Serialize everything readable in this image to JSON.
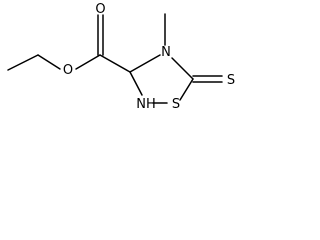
{
  "molecule": {
    "atoms": {
      "ester_o_carbonyl": "O",
      "ester_o_alkoxy": "O",
      "ring_n4": "N",
      "ring_nh": "NH",
      "ring_s": "S",
      "thione_s": "S"
    }
  }
}
